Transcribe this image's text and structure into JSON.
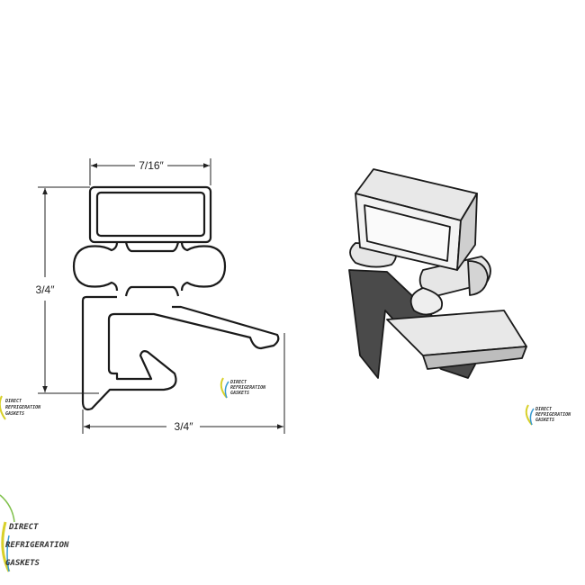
{
  "dimensions": {
    "top_width": "7/16″",
    "height": "3/4″",
    "bottom_width": "3/4″"
  },
  "logo": {
    "lines": [
      "DIRECT",
      "REFRIGERATION",
      "GASKETS"
    ]
  },
  "colors": {
    "outline": "#1a1a1a",
    "render_dark": "#4a4a4a",
    "render_light": "#e6e6e6",
    "logo_yellow": "#d8d02a",
    "logo_blue": "#3a9ad0"
  }
}
